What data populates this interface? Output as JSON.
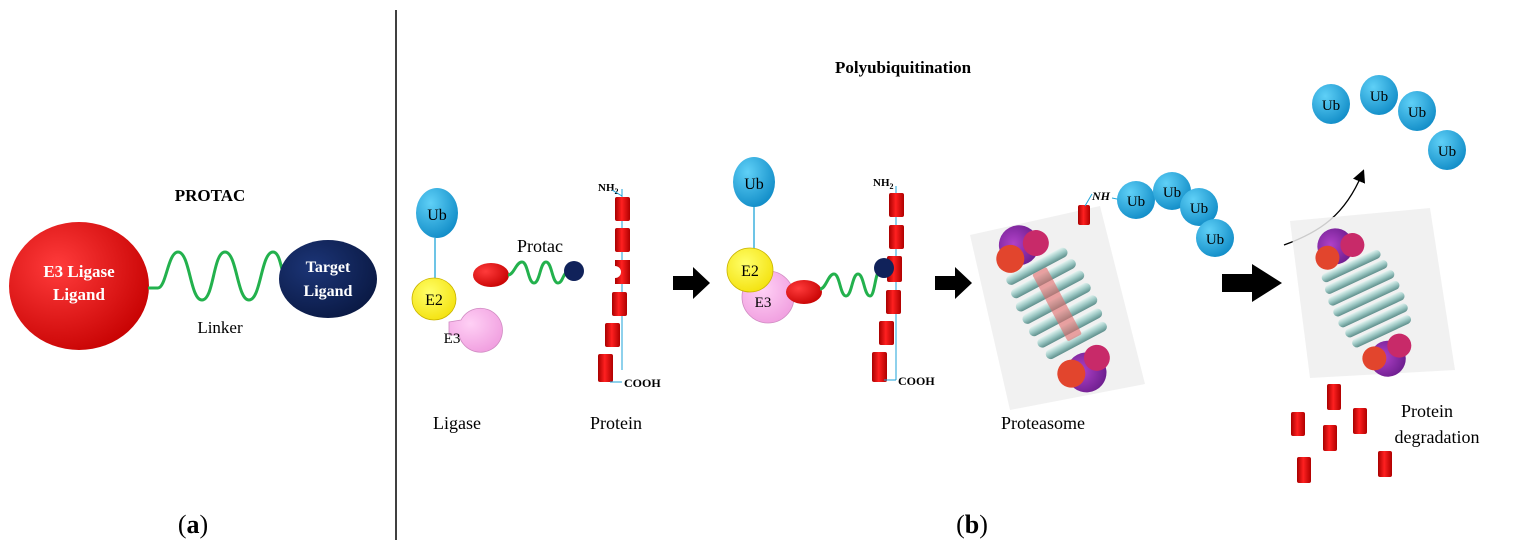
{
  "panel_a": {
    "title": "PROTAC",
    "e3_ligand_line1": "E3 Ligase",
    "e3_ligand_line2": "Ligand",
    "target_ligand_line1": "Target",
    "target_ligand_line2": "Ligand",
    "linker_label": "Linker",
    "caption_open": "(",
    "caption_letter": "a",
    "caption_close": ")"
  },
  "panel_b": {
    "title": "Polyubiquitination",
    "ub_label": "Ub",
    "e2_label": "E2",
    "e3_label": "E3",
    "protac_label": "Protac",
    "nh2_main": "NH",
    "nh2_sub": "2",
    "cooh_label": "COOH",
    "nh_label": "NH",
    "ligase_label": "Ligase",
    "protein_label": "Protein",
    "proteasome_label": "Proteasome",
    "degradation_line1": "Protein",
    "degradation_line2": "degradation",
    "caption_open": "(",
    "caption_letter": "b",
    "caption_close": ")"
  },
  "colors": {
    "ub_blue": "#1ea3d8",
    "e3_ligand_red": "#ee1111",
    "target_navy": "#10225a",
    "linker_green": "#23b14d",
    "e2_yellow": "#ffef00",
    "e3_pink": "#f4a9e6",
    "protein_red": "#e11010",
    "arrow_black": "#000000"
  }
}
